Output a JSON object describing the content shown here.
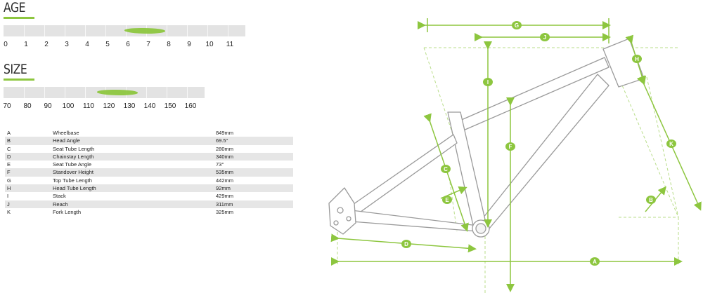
{
  "age": {
    "title": "AGE",
    "ticks": [
      "0",
      "1",
      "2",
      "3",
      "4",
      "5",
      "6",
      "7",
      "8",
      "9",
      "10",
      "11"
    ],
    "range": [
      6,
      8
    ]
  },
  "size": {
    "title": "SIZE",
    "ticks": [
      "70",
      "80",
      "90",
      "100",
      "110",
      "120",
      "130",
      "140",
      "150",
      "160"
    ],
    "range": [
      116,
      136
    ]
  },
  "geometry": [
    {
      "key": "A",
      "name": "Wheelbase",
      "value": "849mm"
    },
    {
      "key": "B",
      "name": "Head Angle",
      "value": "69.5°"
    },
    {
      "key": "C",
      "name": "Seat Tube Length",
      "value": "280mm"
    },
    {
      "key": "D",
      "name": "Chainstay Length",
      "value": "340mm"
    },
    {
      "key": "E",
      "name": "Seat Tube Angle",
      "value": "73°"
    },
    {
      "key": "F",
      "name": "Standover Height",
      "value": "535mm"
    },
    {
      "key": "G",
      "name": "Top Tube Length",
      "value": "442mm"
    },
    {
      "key": "H",
      "name": "Head Tube Length",
      "value": "92mm"
    },
    {
      "key": "I",
      "name": "Stack",
      "value": "429mm"
    },
    {
      "key": "J",
      "name": "Reach",
      "value": "311mm"
    },
    {
      "key": "K",
      "name": "Fork Length",
      "value": "325mm"
    }
  ],
  "diagram_labels": {
    "A": "A",
    "B": "B",
    "C": "C",
    "D": "D",
    "E": "E",
    "F": "F",
    "G": "G",
    "H": "H",
    "I": "I",
    "J": "J",
    "K": "K"
  },
  "colors": {
    "accent": "#8dc63f",
    "frame": "#9a9a9a",
    "bar": "#e3e3e3"
  }
}
